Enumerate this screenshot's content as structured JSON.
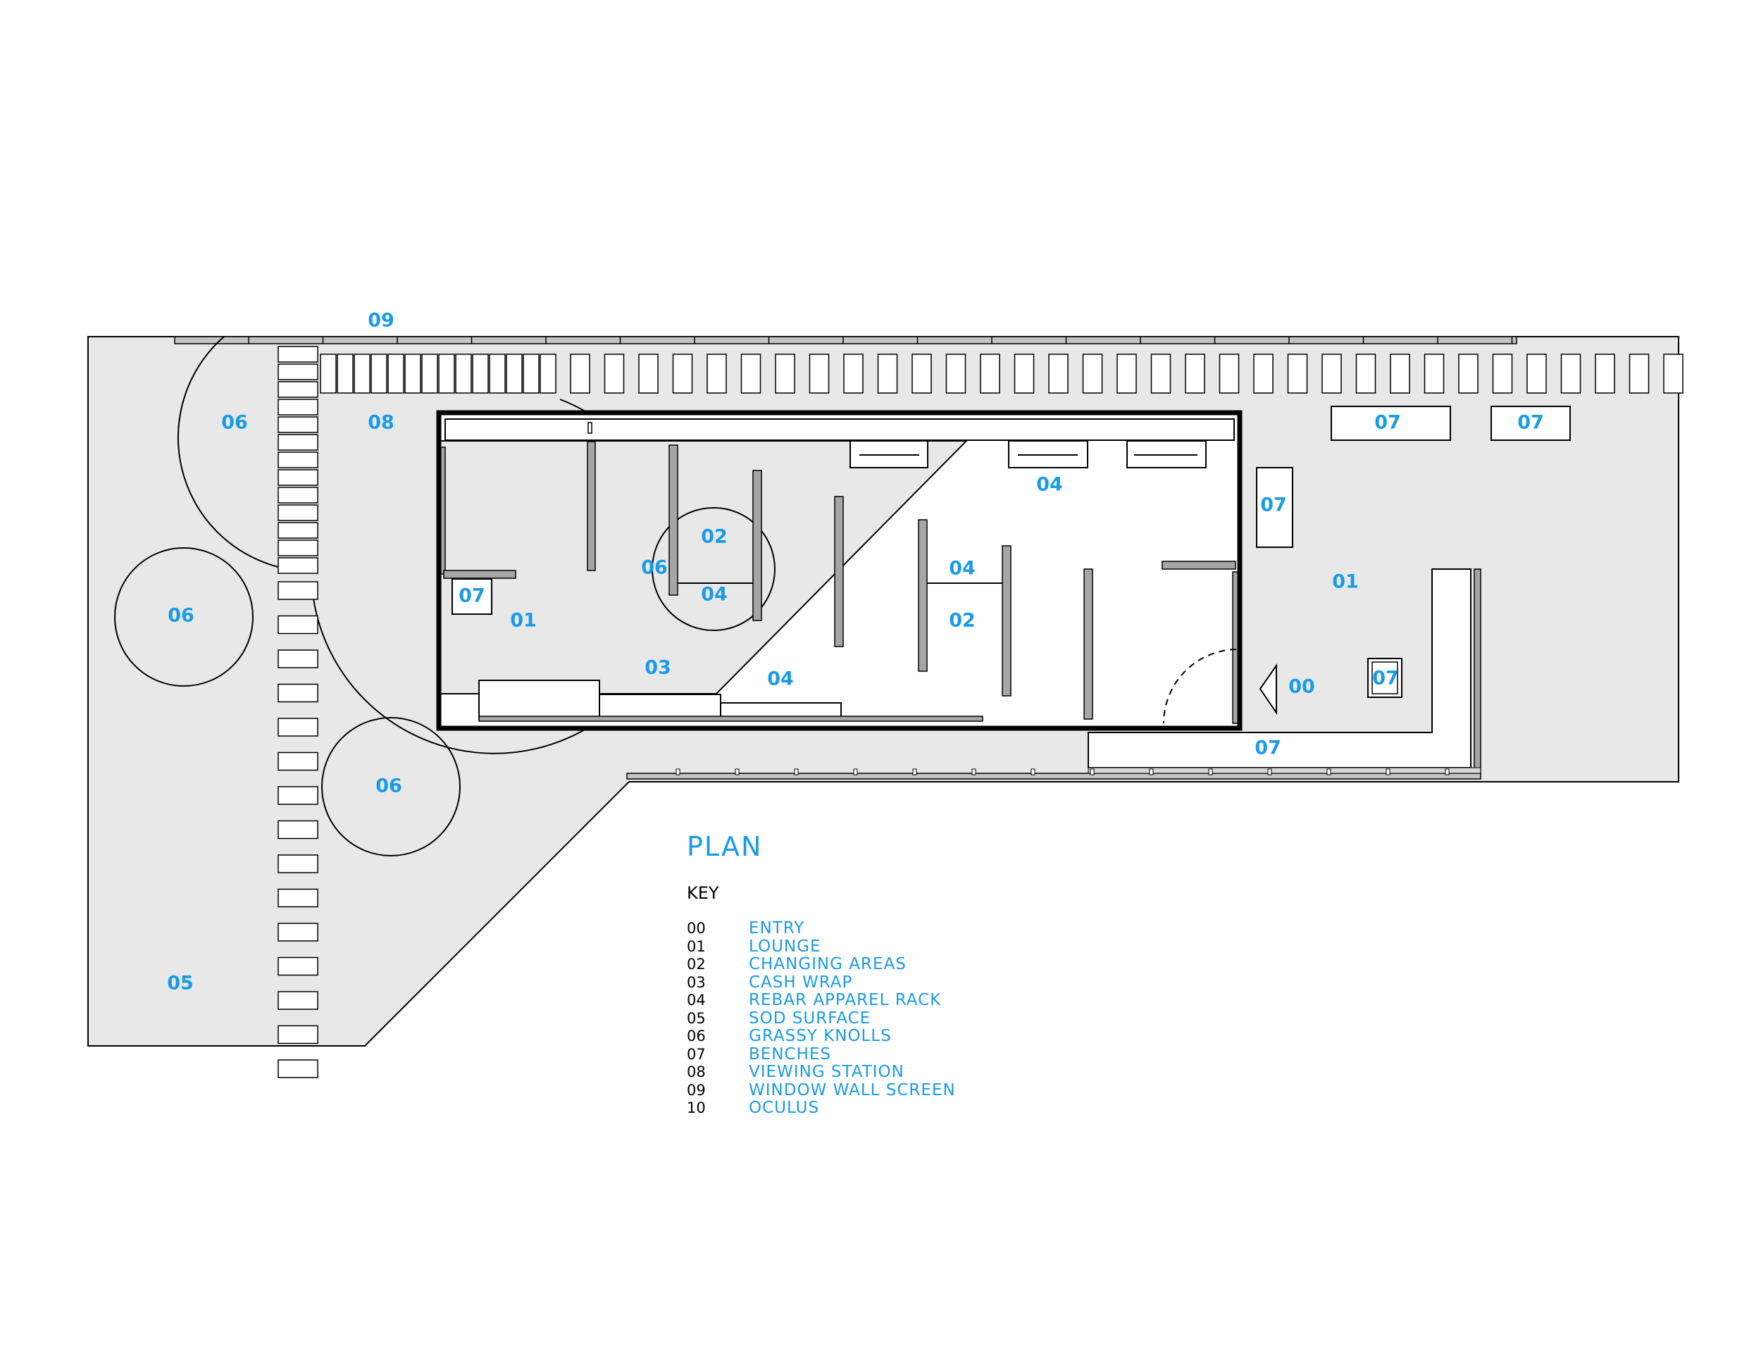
{
  "title": "PLAN",
  "key_title": "KEY",
  "colors": {
    "label": "#1a9be6",
    "site": "#e8e8e8",
    "rack": "#a6a6a6",
    "wall": "#000000"
  },
  "key": [
    {
      "code": "00",
      "name": "ENTRY"
    },
    {
      "code": "01",
      "name": "LOUNGE"
    },
    {
      "code": "02",
      "name": "CHANGING AREAS"
    },
    {
      "code": "03",
      "name": "CASH WRAP"
    },
    {
      "code": "04",
      "name": "REBAR APPAREL RACK"
    },
    {
      "code": "05",
      "name": "SOD SURFACE"
    },
    {
      "code": "06",
      "name": "GRASSY KNOLLS"
    },
    {
      "code": "07",
      "name": "BENCHES"
    },
    {
      "code": "08",
      "name": "VIEWING STATION"
    },
    {
      "code": "09",
      "name": "WINDOW WALL SCREEN"
    },
    {
      "code": "10",
      "name": "OCULUS"
    }
  ],
  "plan_labels": {
    "l09": "09",
    "l06a": "06",
    "l08": "08",
    "l07a": "07",
    "l07b": "07",
    "l04a": "04",
    "l07c": "07",
    "l01a": "01",
    "l02a": "02",
    "l06b": "06",
    "l04b": "04",
    "l04c": "04",
    "l02b": "02",
    "l07d": "07",
    "l01b": "01",
    "l06c": "06",
    "l03": "03",
    "l04d": "04",
    "l00": "00",
    "l07e": "07",
    "l07f": "07",
    "l06d": "06",
    "l05": "05"
  }
}
